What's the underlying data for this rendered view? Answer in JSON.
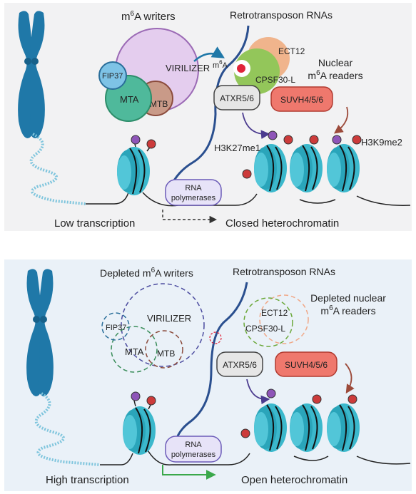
{
  "colors": {
    "panel_top_bg": "#f2f2f3",
    "panel_bottom_bg": "#eaf1f8",
    "chromosome": "#1f78a8",
    "nucleosome": "#3bb8cc",
    "virilizer": "#e4cdee",
    "fip37": "#7ec3e6",
    "mta": "#4fb99b",
    "mtb": "#c99a88",
    "cpsf30l": "#93c65a",
    "ect12": "#f0b48c",
    "atxr": "#e6e6e6",
    "suvh": "#ef786d",
    "polymerase": "#e7e3f8",
    "mark_purple": "#8e55b8",
    "mark_red": "#cc3b3b",
    "rna": "#2a4f8f",
    "open_arrow": "#3aa84a"
  },
  "top": {
    "writers_label_pre": "m",
    "writers_label_sup": "6",
    "writers_label_post": "A writers",
    "retro_label": "Retrotransposon RNAs",
    "readers_label_line1": "Nuclear",
    "readers_label_line2_pre": "m",
    "readers_label_line2_sup": "6",
    "readers_label_line2_post": "A readers",
    "virilizer": "VIRILIZER",
    "fip37": "FIP37",
    "mta": "MTA",
    "mtb": "MTB",
    "m6a_pre": "m",
    "m6a_sup": "6",
    "m6a_post": "A",
    "ect12": "ECT12",
    "cpsf": "CPSF30-L",
    "atxr": "ATXR5/6",
    "suvh": "SUVH4/5/6",
    "h3k27": "H3K27me1",
    "h3k9": "H3K9me2",
    "pol_line1": "RNA",
    "pol_line2": "polymerases",
    "transcription": "Low transcription",
    "chromatin": "Closed heterochromatin"
  },
  "bottom": {
    "writers_label_pre": "Depleted m",
    "writers_label_sup": "6",
    "writers_label_post": "A writers",
    "retro_label": "Retrotransposon RNAs",
    "readers_label_line1": "Depleted nuclear",
    "readers_label_line2_pre": "m",
    "readers_label_line2_sup": "6",
    "readers_label_line2_post": "A readers",
    "virilizer": "VIRILIZER",
    "fip37": "FIP37",
    "mta": "MTA",
    "mtb": "MTB",
    "ect12": "ECT12",
    "cpsf": "CPSF30-L",
    "atxr": "ATXR5/6",
    "suvh": "SUVH4/5/6",
    "pol_line1": "RNA",
    "pol_line2": "polymerases",
    "transcription": "High transcription",
    "chromatin": "Open heterochromatin"
  }
}
